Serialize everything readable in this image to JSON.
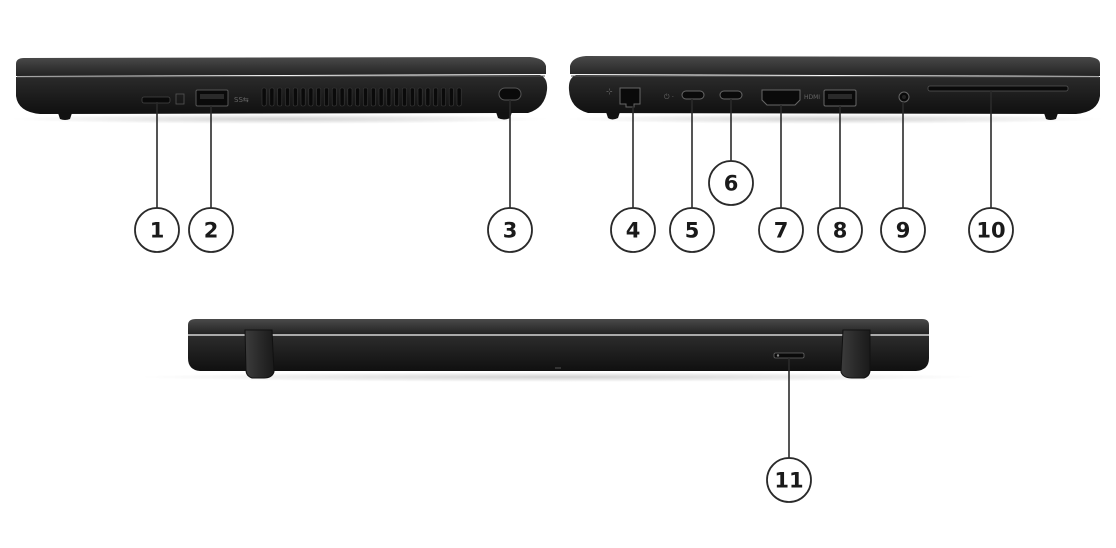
{
  "diagram": {
    "views": [
      {
        "id": "left-side-view"
      },
      {
        "id": "right-side-view"
      },
      {
        "id": "rear-view"
      }
    ],
    "callouts": [
      {
        "id": "sd-card-reader",
        "label": "1"
      },
      {
        "id": "usb-a-port-left",
        "label": "2"
      },
      {
        "id": "security-lock-slot",
        "label": "3"
      },
      {
        "id": "ethernet-port",
        "label": "4"
      },
      {
        "id": "usb-c-port-1",
        "label": "5"
      },
      {
        "id": "usb-c-port-2",
        "label": "6"
      },
      {
        "id": "hdmi-port",
        "label": "7"
      },
      {
        "id": "usb-a-port-right",
        "label": "8"
      },
      {
        "id": "audio-jack",
        "label": "9"
      },
      {
        "id": "smart-card-reader",
        "label": "10"
      },
      {
        "id": "nano-sim-slot",
        "label": "11"
      }
    ],
    "colors": {
      "chassis": "#1f1f1f",
      "chassis_edge": "#3a3a3a",
      "port": "#0d0d0d",
      "callout_stroke": "#2a2a2a",
      "callout_fill": "#ffffff",
      "leader_line": "#2a2a2a"
    }
  }
}
